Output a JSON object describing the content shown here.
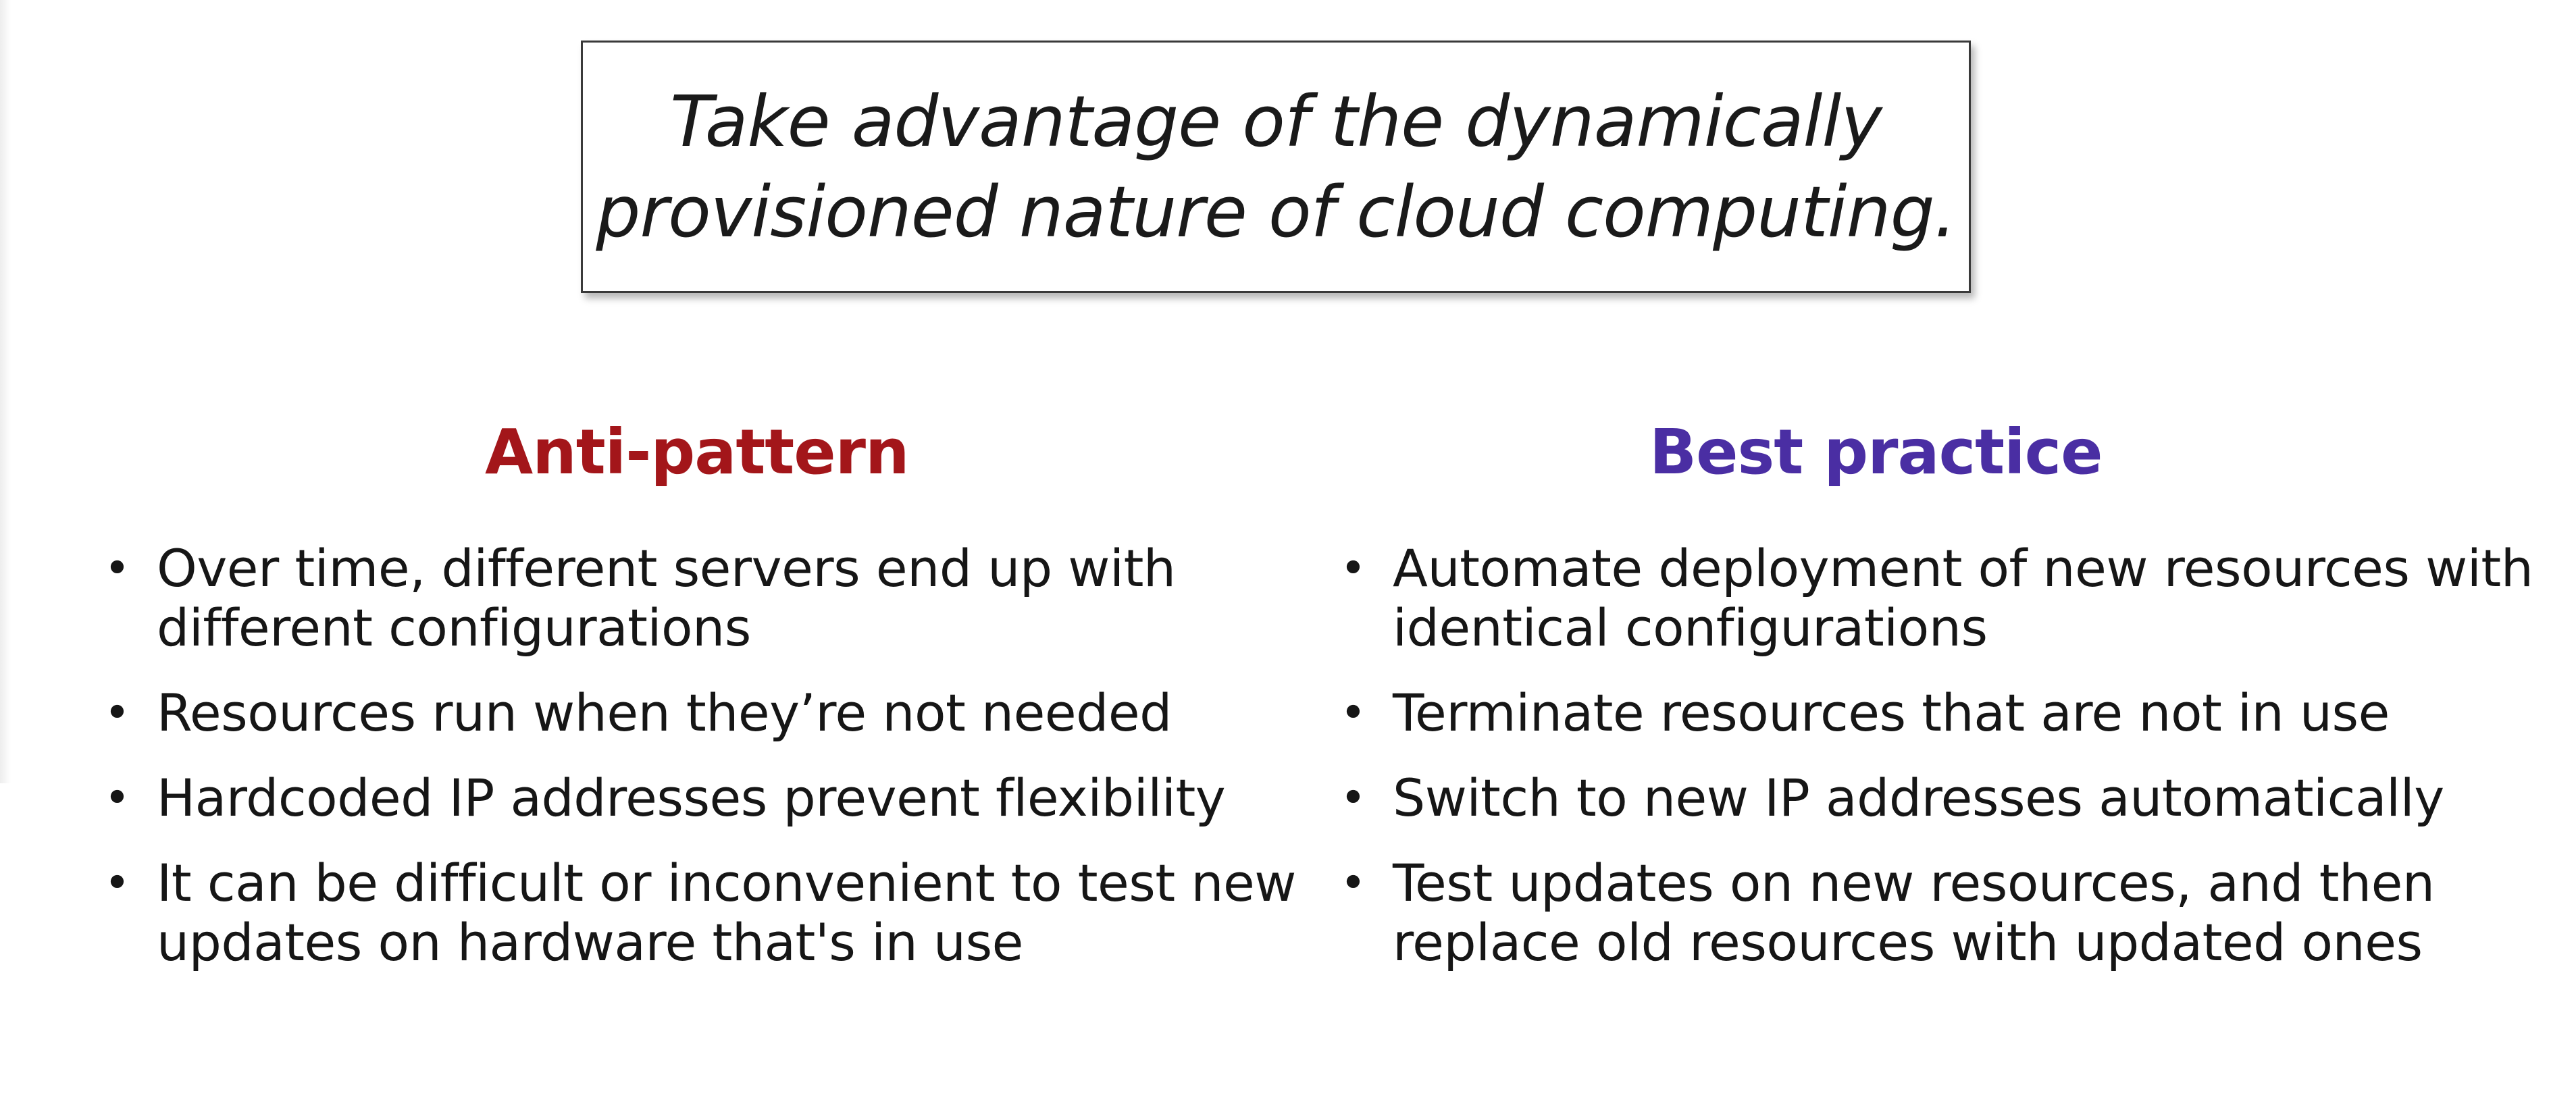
{
  "quote": {
    "line1": "Take advantage of the dynamically",
    "line2": "provisioned nature of cloud computing."
  },
  "anti_pattern": {
    "heading": "Anti-pattern",
    "items": [
      {
        "line1": "Over time, different servers end up with",
        "line2": "different configurations"
      },
      {
        "line1": "Resources run when they’re not needed",
        "line2": ""
      },
      {
        "line1": "Hardcoded IP addresses prevent flexibility",
        "line2": ""
      },
      {
        "line1": "It can be difficult or inconvenient to test new",
        "line2": "updates on hardware that's in use"
      }
    ]
  },
  "best_practice": {
    "heading": "Best practice",
    "items": [
      {
        "line1": "Automate deployment of new resources with",
        "line2": "identical configurations"
      },
      {
        "line1": "Terminate resources that are not in use",
        "line2": ""
      },
      {
        "line1": "Switch to new IP addresses automatically",
        "line2": ""
      },
      {
        "line1": "Test updates on new resources, and then",
        "line2": "replace old resources with updated ones"
      }
    ]
  },
  "colors": {
    "anti_heading": "#a3161a",
    "best_heading": "#4a2ea3",
    "text": "#161616"
  }
}
